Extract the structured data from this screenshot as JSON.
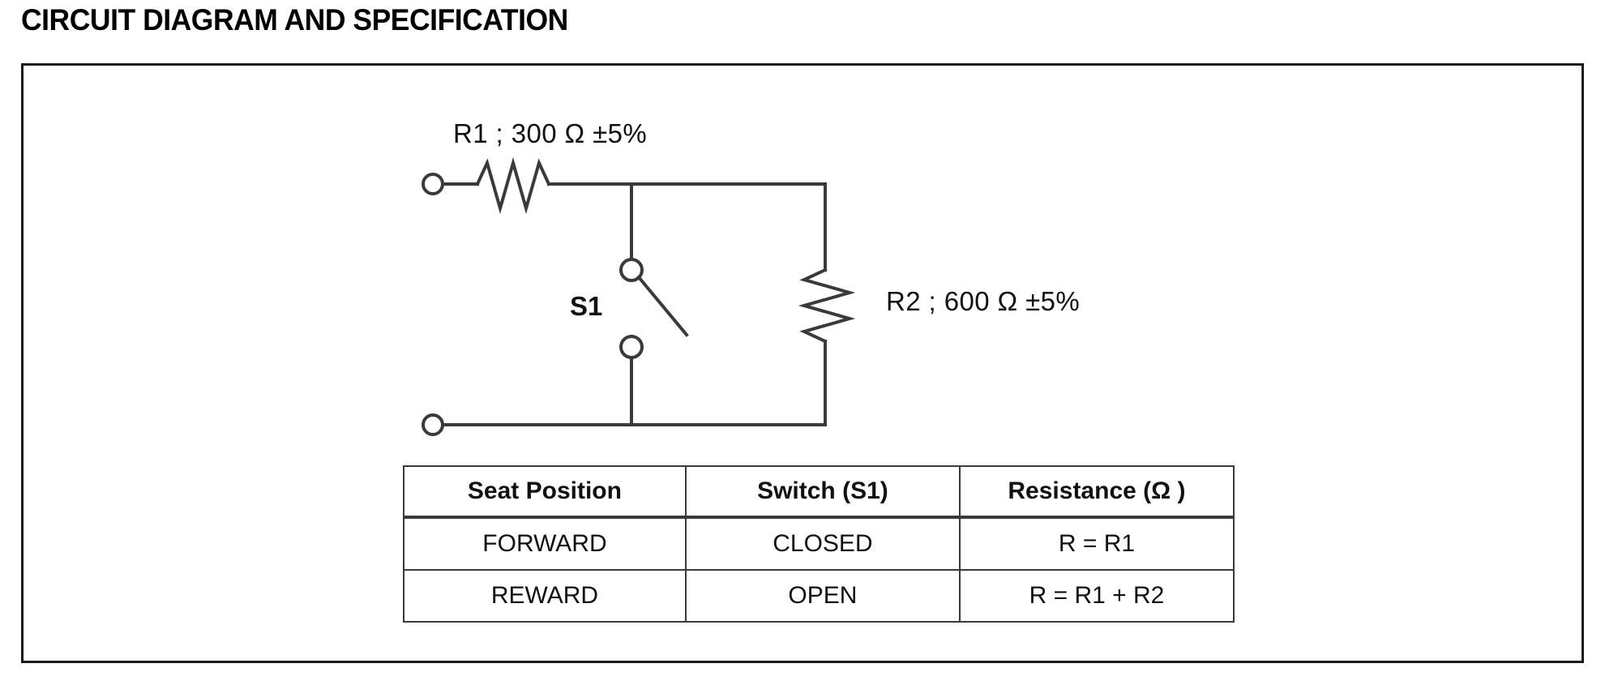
{
  "page": {
    "title": "CIRCUIT DIAGRAM AND SPECIFICATION",
    "background_color": "#ffffff",
    "line_color": "#3a3a3a",
    "text_color": "#111111"
  },
  "schematic": {
    "r1_label": "R1 ; 300 Ω  ±5%",
    "r2_label": "R2 ; 600 Ω  ±5%",
    "switch_label": "S1",
    "components": [
      {
        "name": "terminal-top-left",
        "type": "terminal"
      },
      {
        "name": "resistor-r1",
        "type": "resistor",
        "orientation": "horizontal",
        "value": "300 Ω",
        "tolerance": "±5%"
      },
      {
        "name": "switch-s1",
        "type": "spst-switch",
        "state": "open"
      },
      {
        "name": "resistor-r2",
        "type": "resistor",
        "orientation": "vertical",
        "value": "600 Ω",
        "tolerance": "±5%"
      },
      {
        "name": "terminal-bottom-left",
        "type": "terminal"
      }
    ]
  },
  "spec_table": {
    "columns": [
      "Seat Position",
      "Switch (S1)",
      "Resistance (Ω )"
    ],
    "rows": [
      {
        "seat_position": "FORWARD",
        "switch": "CLOSED",
        "resistance": "R = R1"
      },
      {
        "seat_position": "REWARD",
        "switch": "OPEN",
        "resistance": "R = R1 + R2"
      }
    ]
  }
}
